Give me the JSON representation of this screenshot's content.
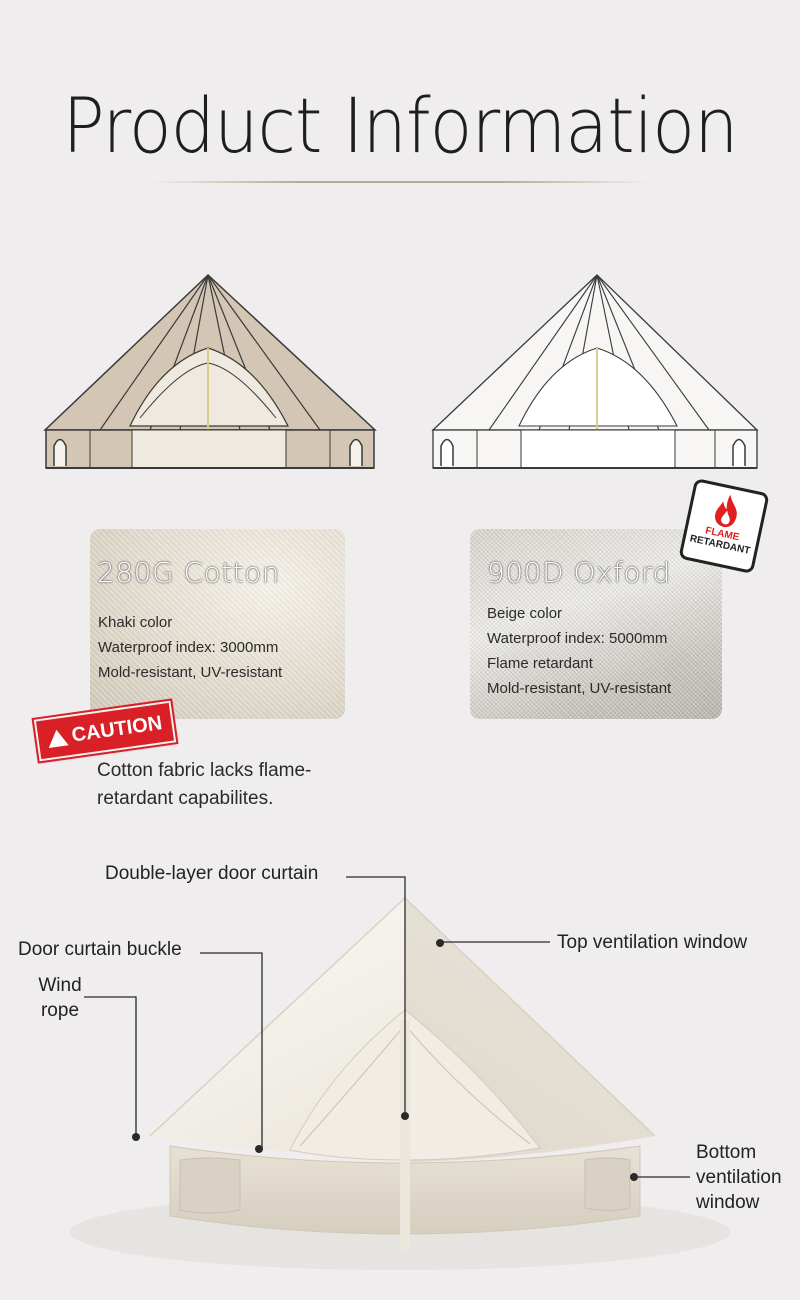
{
  "header": {
    "title": "Product Information"
  },
  "fabrics": [
    {
      "name": "280G Cotton",
      "specs": [
        "Khaki color",
        "Waterproof index:  3000mm",
        "Mold-resistant, UV-resistant"
      ]
    },
    {
      "name": "900D Oxford",
      "specs": [
        "Beige color",
        "Waterproof index:  5000mm",
        "Flame retardant",
        "Mold-resistant, UV-resistant"
      ]
    }
  ],
  "caution": {
    "badge": "CAUTION",
    "note": "Cotton fabric lacks flame-retardant capabilites."
  },
  "flame_badge": {
    "line1": "FLAME",
    "line2": "RETARDANT"
  },
  "callouts": {
    "door_curtain": "Double-layer door curtain",
    "top_vent": "Top ventilation window",
    "buckle": "Door curtain buckle",
    "wind_rope": "Wind rope",
    "bottom_vent": "Bottom ventilation window"
  },
  "colors": {
    "background": "#efedee",
    "khaki_tent": "#d4c6b4",
    "caution_red": "#d92027",
    "flame_red": "#e02020"
  }
}
